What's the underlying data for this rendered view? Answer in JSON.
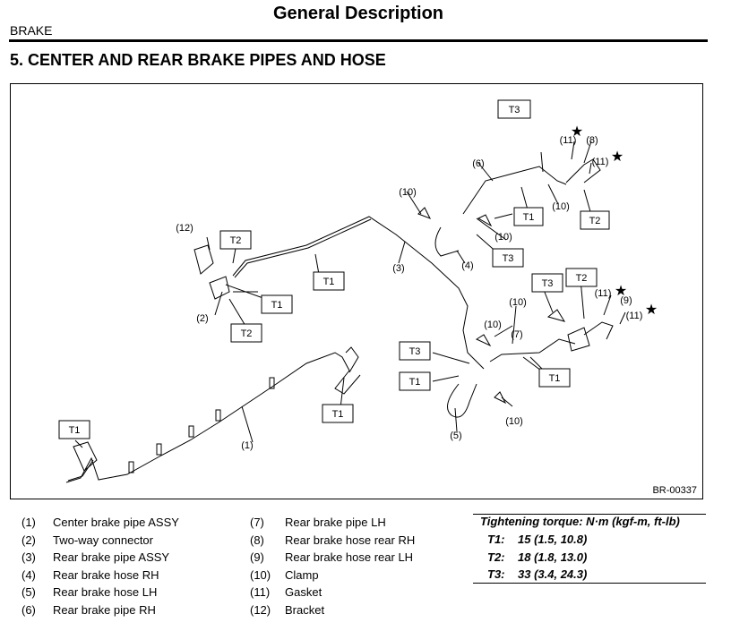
{
  "header": {
    "title": "General Description",
    "section": "BRAKE"
  },
  "heading": "5.  CENTER AND REAR BRAKE PIPES AND HOSE",
  "figure": {
    "id": "BR-00337",
    "torque_tags": [
      "T1",
      "T2",
      "T3"
    ],
    "star_symbol": "★",
    "callouts": [
      "(1)",
      "(2)",
      "(3)",
      "(4)",
      "(5)",
      "(6)",
      "(7)",
      "(8)",
      "(9)",
      "(10)",
      "(11)",
      "(12)"
    ]
  },
  "legend_left": [
    {
      "num": "(1)",
      "text": "Center brake pipe ASSY"
    },
    {
      "num": "(2)",
      "text": "Two-way connector"
    },
    {
      "num": "(3)",
      "text": "Rear brake pipe ASSY"
    },
    {
      "num": "(4)",
      "text": "Rear brake hose RH"
    },
    {
      "num": "(5)",
      "text": "Rear brake hose LH"
    },
    {
      "num": "(6)",
      "text": "Rear brake pipe RH"
    }
  ],
  "legend_right": [
    {
      "num": "(7)",
      "text": "Rear brake pipe LH"
    },
    {
      "num": "(8)",
      "text": "Rear brake hose rear RH"
    },
    {
      "num": "(9)",
      "text": "Rear brake hose rear LH"
    },
    {
      "num": "(10)",
      "text": "Clamp"
    },
    {
      "num": "(11)",
      "text": "Gasket"
    },
    {
      "num": "(12)",
      "text": "Bracket"
    }
  ],
  "torque": {
    "title": "Tightening torque: N·m (kgf-m, ft-lb)",
    "rows": [
      {
        "key": "T1:",
        "value": "15 (1.5, 10.8)"
      },
      {
        "key": "T2:",
        "value": "18 (1.8, 13.0)"
      },
      {
        "key": "T3:",
        "value": "33 (3.4, 24.3)"
      }
    ]
  }
}
